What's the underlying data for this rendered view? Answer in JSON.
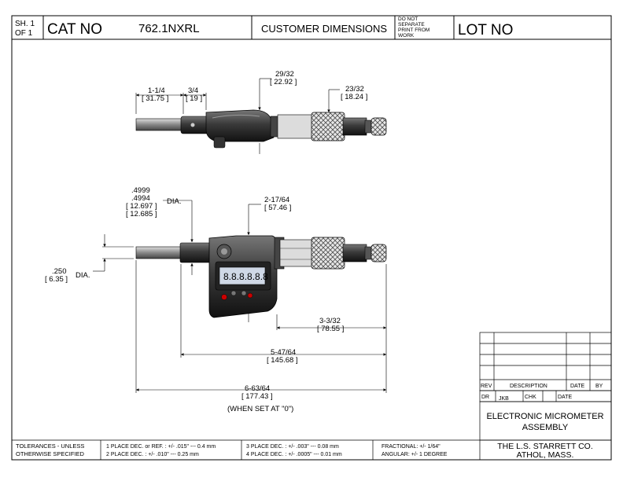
{
  "header": {
    "sheet_label": "SH. 1",
    "of_label": "OF  1",
    "cat_no_label": "CAT NO",
    "cat_no_value": "762.1NXRL",
    "customer_dimensions": "CUSTOMER DIMENSIONS",
    "do_not_separate": [
      "DO NOT",
      "SEPARATE",
      "PRINT FROM",
      "WORK"
    ],
    "lot_no_label": "LOT NO"
  },
  "top_view": {
    "dim_a": {
      "frac": "1-1/4",
      "mm": "[ 31.75 ]"
    },
    "dim_b": {
      "frac": "3/4",
      "mm": "[ 19 ]"
    },
    "dim_c": {
      "frac": "29/32",
      "mm": "[ 22.92 ]"
    },
    "dim_d": {
      "frac": "23/32",
      "mm": "[ 18.24 ]"
    }
  },
  "front_view": {
    "dia_values": [
      ".4999",
      ".4994",
      "[ 12.697 ]",
      "[ 12.685 ]"
    ],
    "dia_label": "DIA.",
    "dim_257": {
      "frac": "2-17/64",
      "mm": "[ 57.46 ]"
    },
    "dim_250": {
      "frac": ".250",
      "mm": "[ 6.35 ]",
      "label": "DIA."
    },
    "display_reading": "8.8.8.8.8.8",
    "dim_332": {
      "frac": "3-3/32",
      "mm": "[ 78.55 ]"
    },
    "dim_547": {
      "frac": "5-47/64",
      "mm": "[ 145.68 ]"
    },
    "dim_663": {
      "frac": "6-63/64",
      "mm": "[ 177.43 ]"
    },
    "note": "(WHEN SET AT \"0\")"
  },
  "revision_block": {
    "headers": [
      "REV",
      "DESCRIPTION",
      "DATE",
      "BY"
    ],
    "dr_label": "DR",
    "dr_value": "JKB",
    "chk_label": "CHK",
    "date_label": "DATE"
  },
  "title_block": {
    "title_line1": "ELECTRONIC MICROMETER",
    "title_line2": "ASSEMBLY",
    "company_line1": "THE L.S. STARRETT CO.",
    "company_line2": "ATHOL, MASS."
  },
  "tolerances": {
    "label_line1": "TOLERANCES - UNLESS",
    "label_line2": "OTHERWISE SPECIFIED",
    "one_place": "1 PLACE DEC. or REF. :  +/- .015\" --- 0.4 mm",
    "two_place": "2 PLACE DEC. :  +/- .010\" --- 0.25 mm",
    "three_place": "3 PLACE DEC. :  +/- .003\" --- 0.08 mm",
    "four_place": "4 PLACE DEC. :  +/- .0005\" --- 0.01 mm",
    "fractional": "FRACTIONAL: +/- 1/64\"",
    "angular": "ANGULAR: +/- 1 DEGREE"
  }
}
